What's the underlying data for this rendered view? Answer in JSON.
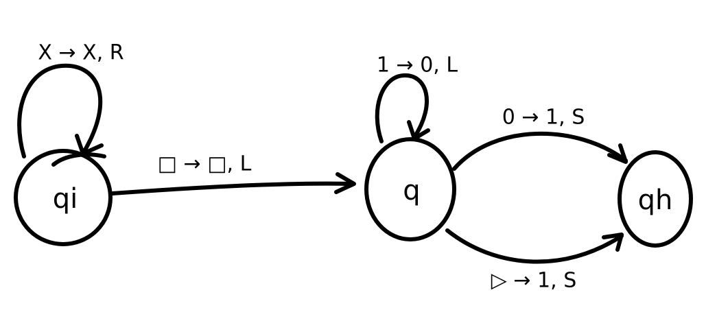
{
  "states": {
    "qi": {
      "label": "qi"
    },
    "q": {
      "label": "q"
    },
    "qh": {
      "label": "qh"
    }
  },
  "transitions": {
    "qi_self": {
      "label": "X → X, R"
    },
    "qi_to_q": {
      "label": "□ → □, L"
    },
    "q_self": {
      "label": "1 → 0, L"
    },
    "q_to_qh_top": {
      "label": "0 → 1, S"
    },
    "q_to_qh_bottom": {
      "label": "▷ → 1, S"
    }
  },
  "colors": {
    "ink": "#000000",
    "background": "#ffffff"
  }
}
